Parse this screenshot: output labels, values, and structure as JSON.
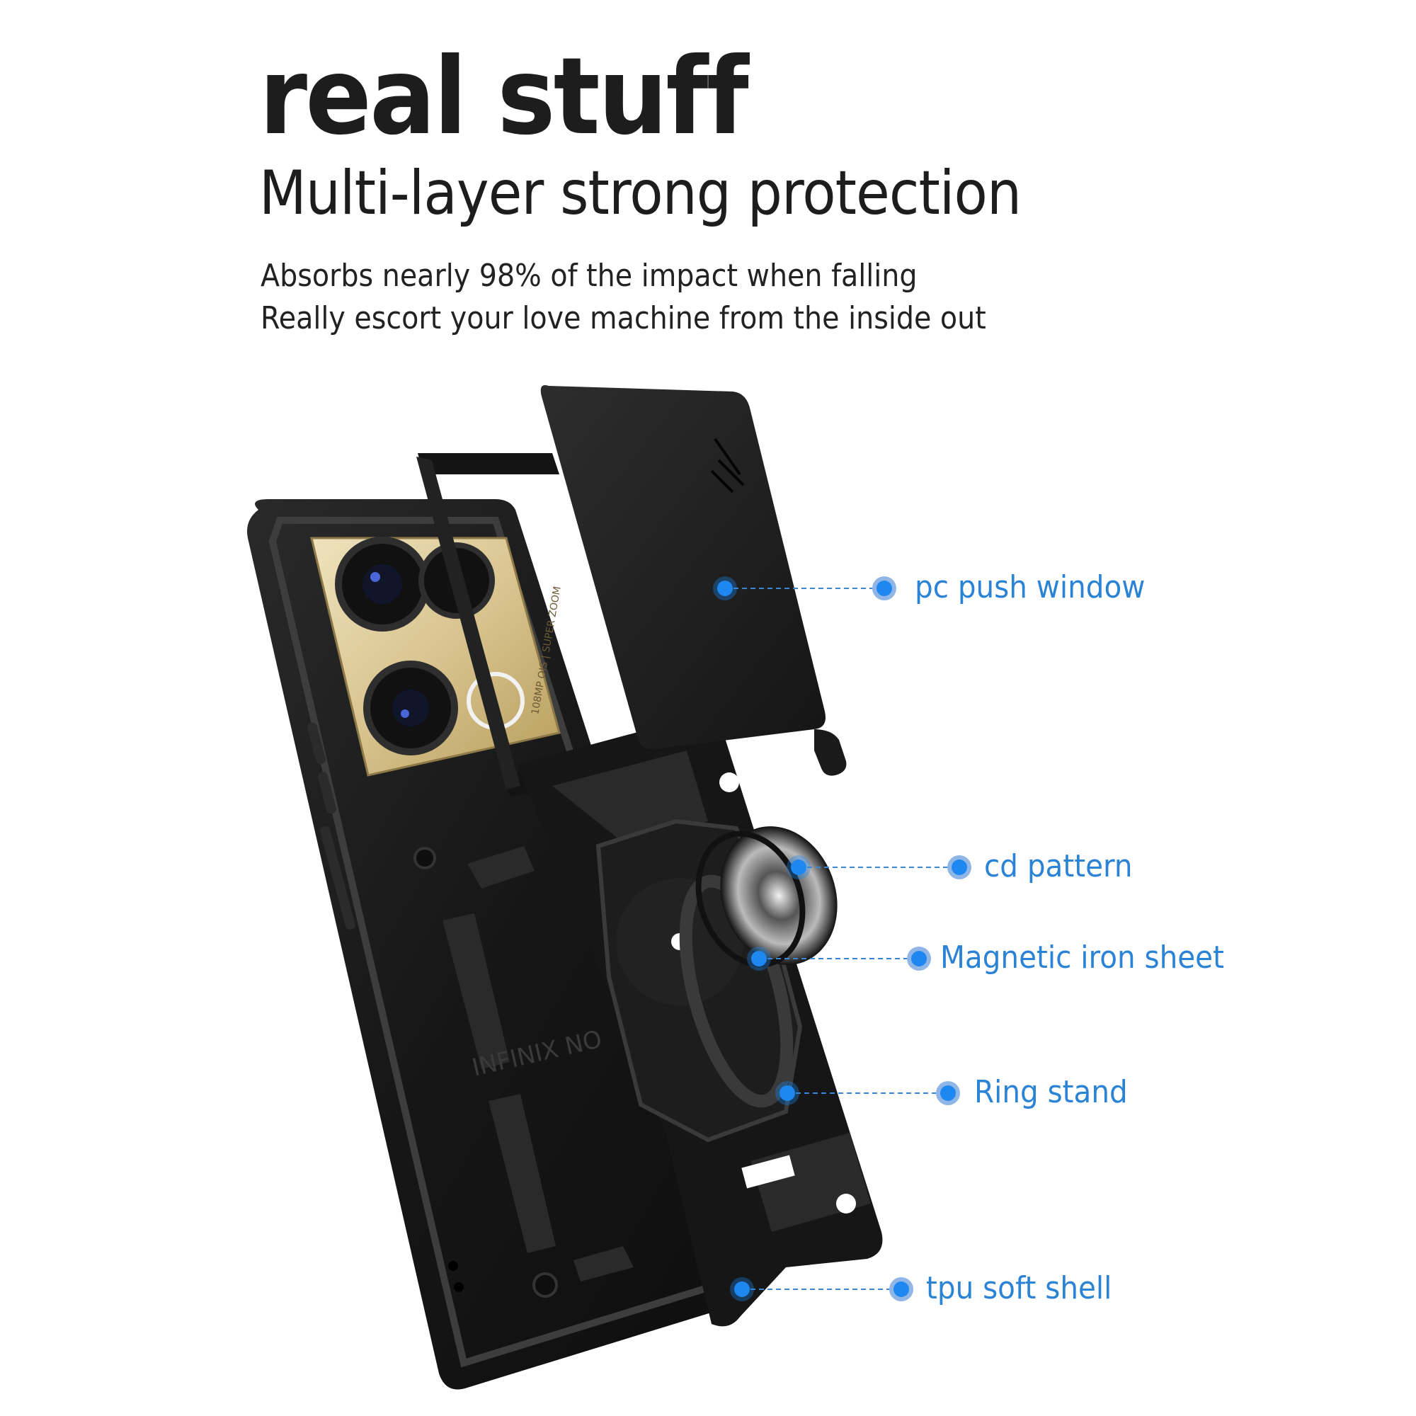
{
  "headline": "real stuff",
  "subheadline": "Multi-layer strong protection",
  "body_lines": [
    "Absorbs nearly 98% of the impact when falling",
    "Really escort your love machine from the inside out"
  ],
  "product": {
    "camera_module_text": "108MP OIS | SUPER ZOOM",
    "brand_text": "INFINIX NO"
  },
  "callouts": [
    {
      "label": "pc push window",
      "icon": "dot-marker-icon"
    },
    {
      "label": "cd pattern",
      "icon": "dot-marker-icon"
    },
    {
      "label": "Magnetic iron sheet",
      "icon": "dot-marker-icon"
    },
    {
      "label": "Ring stand",
      "icon": "dot-marker-icon"
    },
    {
      "label": "tpu soft shell",
      "icon": "dot-marker-icon"
    }
  ],
  "colors": {
    "text_dark": "#1d1d1d",
    "callout_blue": "#2b83d6",
    "dot_blue": "#1e88f0",
    "dot_ring": "#8fb6e6",
    "case_black": "#1a1a1a",
    "camera_gold": "#d9c79a"
  }
}
